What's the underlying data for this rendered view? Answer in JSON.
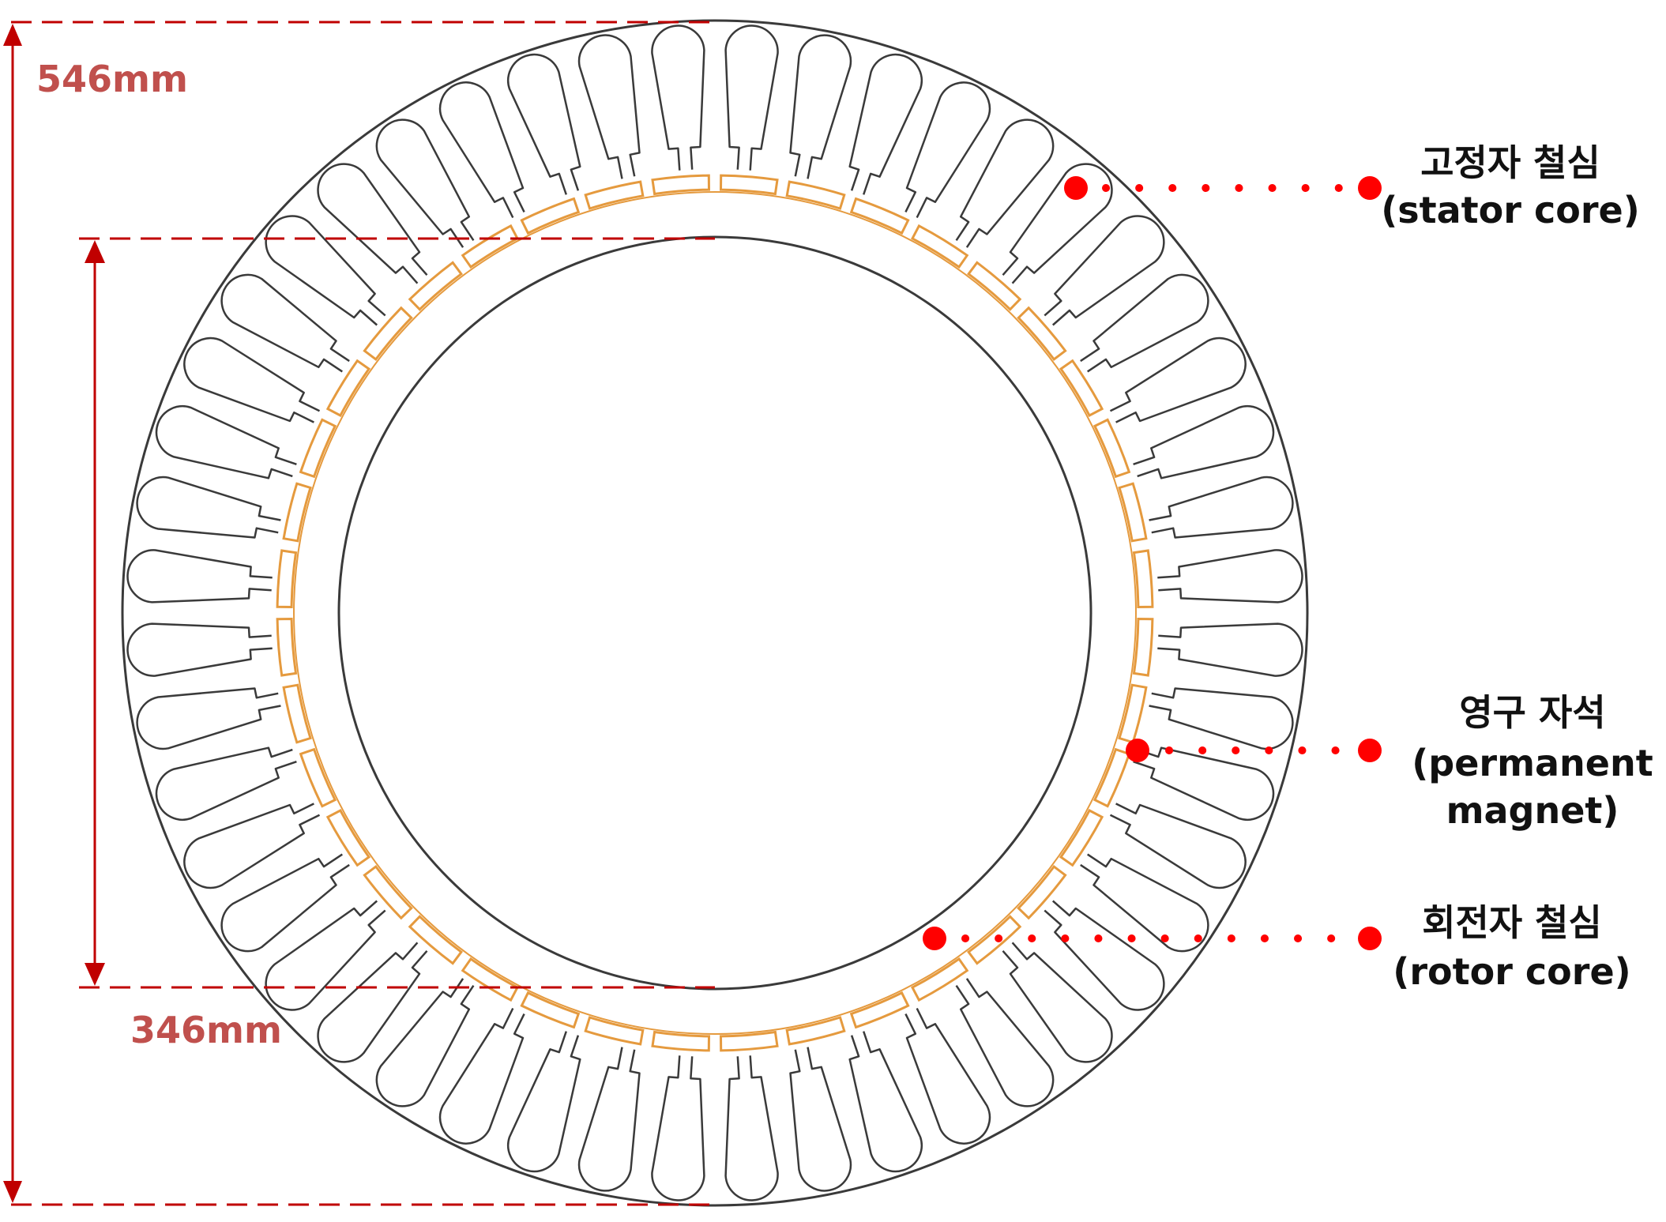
{
  "colors": {
    "outline": "#3a3a3a",
    "magnet": "#e59a3e",
    "dimension": "#c00000",
    "dimension_text": "#c0504d",
    "marker": "#ff0000"
  },
  "dimensions": {
    "outer_diameter": "546mm",
    "rotor_diameter": "346mm"
  },
  "stator": {
    "slot_count": 48
  },
  "magnets": {
    "count": 40
  },
  "labels": {
    "stator_ko": "고정자 철심",
    "stator_en": "(stator core)",
    "magnet_ko": "영구 자석",
    "magnet_en_1": "(permanent",
    "magnet_en_2": "magnet)",
    "rotor_ko": "회전자 철심",
    "rotor_en": "(rotor core)"
  }
}
